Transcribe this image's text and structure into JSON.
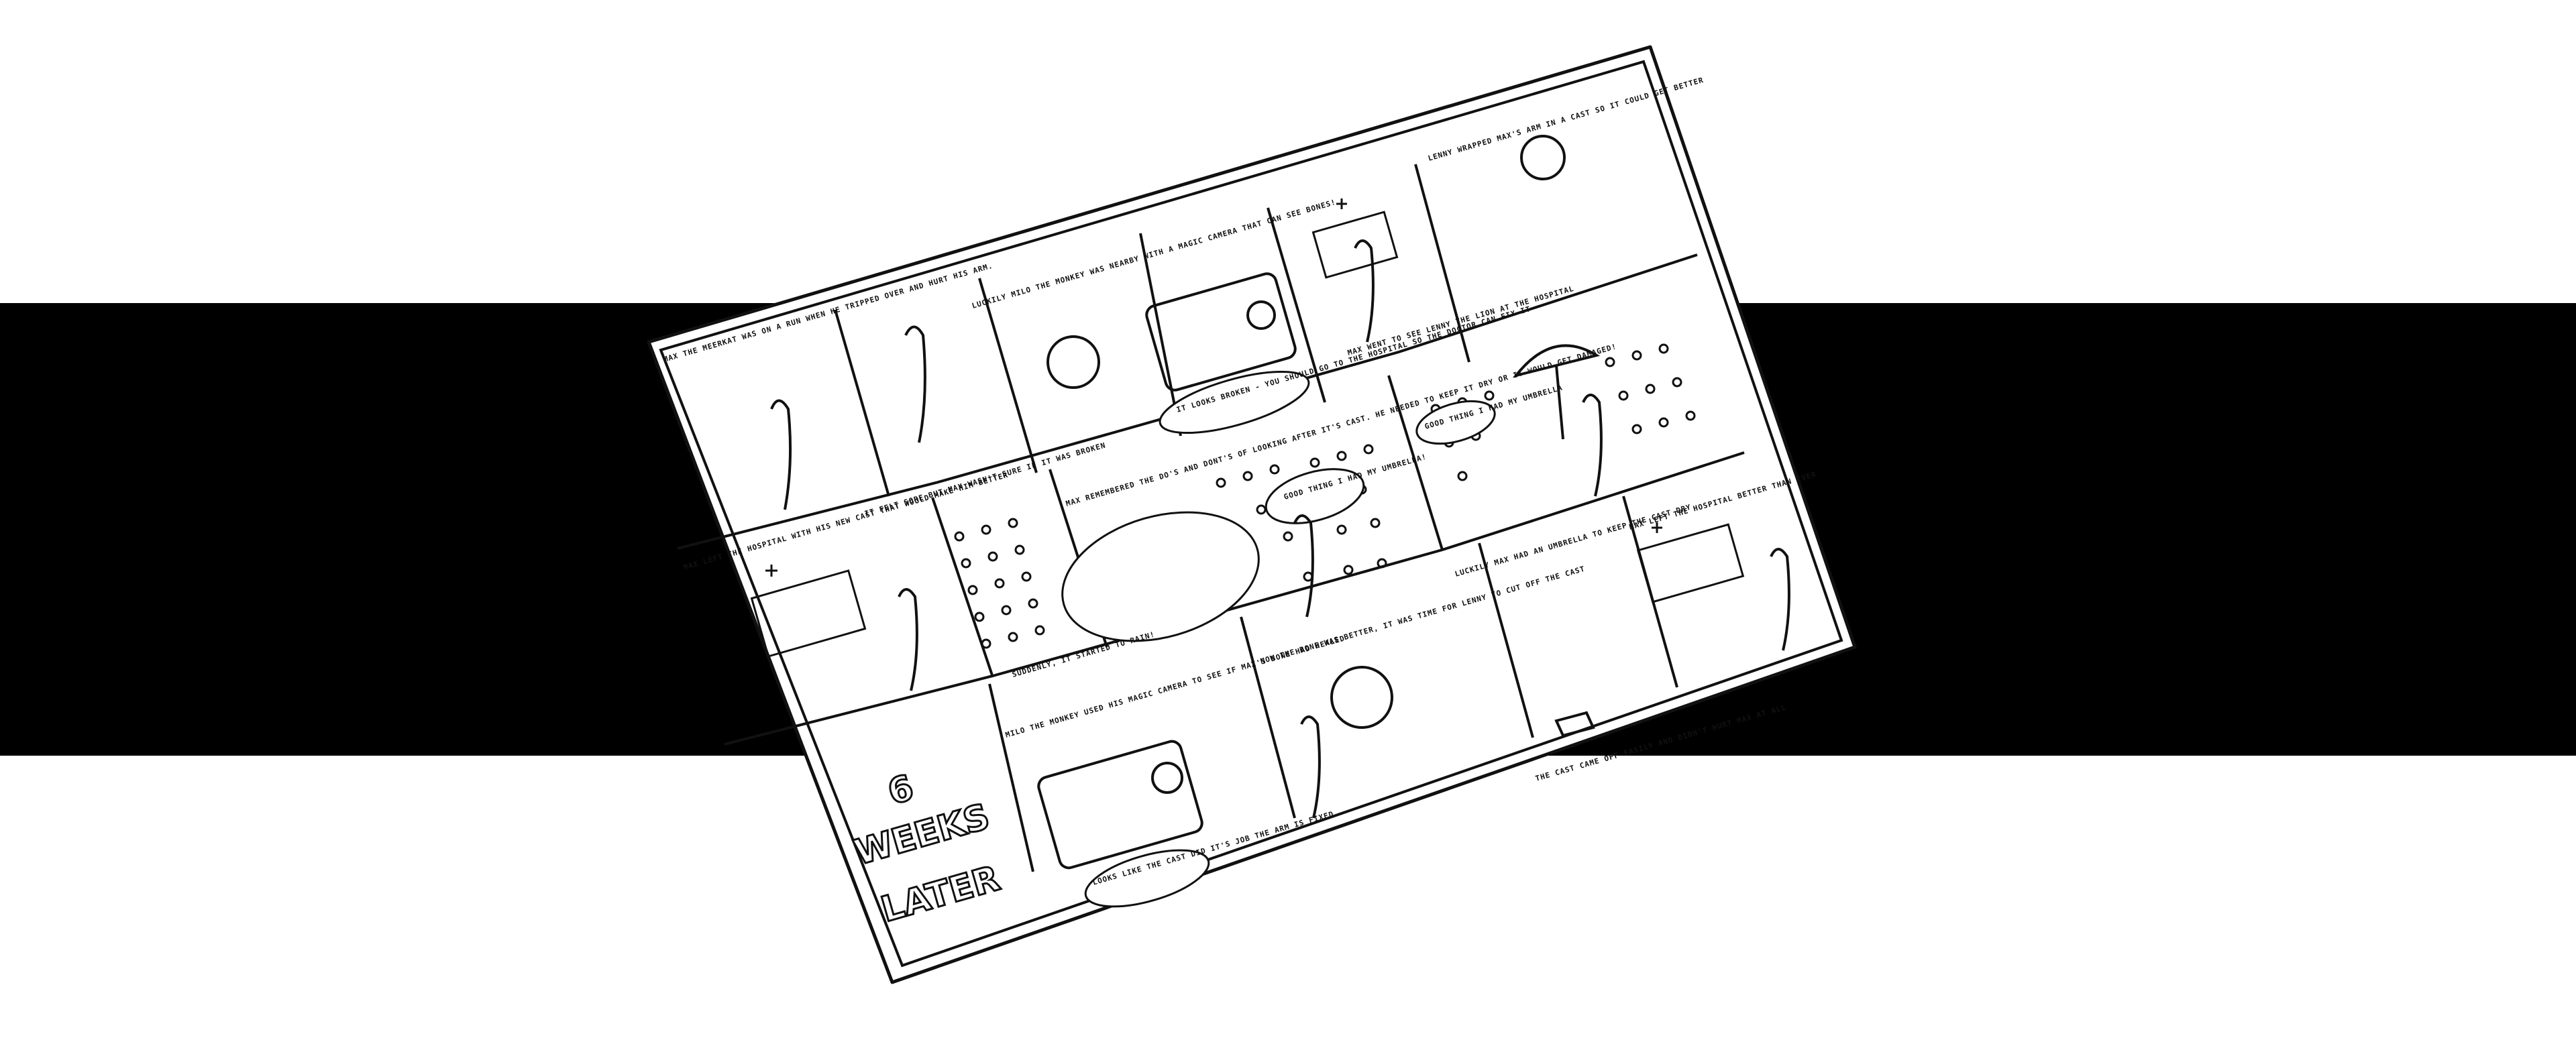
{
  "comic": {
    "panels": [
      {
        "caption": "MAX THE MEERKAT WAS ON A RUN WHEN HE TRIPPED OVER AND HURT HIS ARM."
      },
      {
        "caption": "IT FELT SORE BUT MAX WASN'T SURE IF IT WAS BROKEN"
      },
      {
        "caption": "LUCKILY MILO THE MONKEY WAS NEARBY WITH A MAGIC CAMERA THAT CAN SEE BONES!"
      },
      {
        "caption": "",
        "speech": "IT LOOKS BROKEN - YOU SHOULD GO TO THE HOSPITAL SO THE DOCTOR CAN FIX IT"
      },
      {
        "caption": "MAX WENT TO SEE LENNY THE LION AT THE HOSPITAL"
      },
      {
        "caption": "LENNY WRAPPED MAX'S ARM IN A CAST SO IT COULD GET BETTER"
      },
      {
        "caption": "MAX LEFT THE HOSPITAL WITH HIS NEW CAST THAT WOULD MAKE HIM BETTER"
      },
      {
        "caption": "SUDDENLY, IT STARTED TO RAIN!"
      },
      {
        "caption": "MAX REMEMBERED THE DO'S AND DONT'S OF LOOKING AFTER IT'S CAST. HE NEEDED TO KEEP IT DRY OR IT WOULD GET DAMAGED!",
        "speech": "GOOD THING I HAD MY UMBRELLA!"
      },
      {
        "caption": "LUCKILY MAX HAD AN UMBRELLA TO KEEP THE CAST DRY",
        "speech": "GOOD THING I HAD MY UMBRELLA"
      },
      {
        "caption": "6 WEEKS LATER"
      },
      {
        "caption": "MILO THE MONKEY USED HIS MAGIC CAMERA TO SEE IF MAX'S BONE HAD HEALED",
        "speech": "LOOKS LIKE THE CAST DID IT'S JOB THE ARM IS FIXED"
      },
      {
        "caption": "NOW THE BONE WAS BETTER, IT WAS TIME FOR LENNY TO CUT OFF THE CAST"
      },
      {
        "caption": "THE CAST CAME OFF EASILY AND DIDN'T HURT MAX AT ALL"
      },
      {
        "caption": "MAX LEFT THE HOSPITAL BETTER THAN EVER"
      }
    ],
    "big_text": [
      "6",
      "WEEKS",
      "LATER"
    ]
  },
  "colors": {
    "band": "#000000",
    "paper": "#ffffff",
    "ink": "#111111"
  }
}
